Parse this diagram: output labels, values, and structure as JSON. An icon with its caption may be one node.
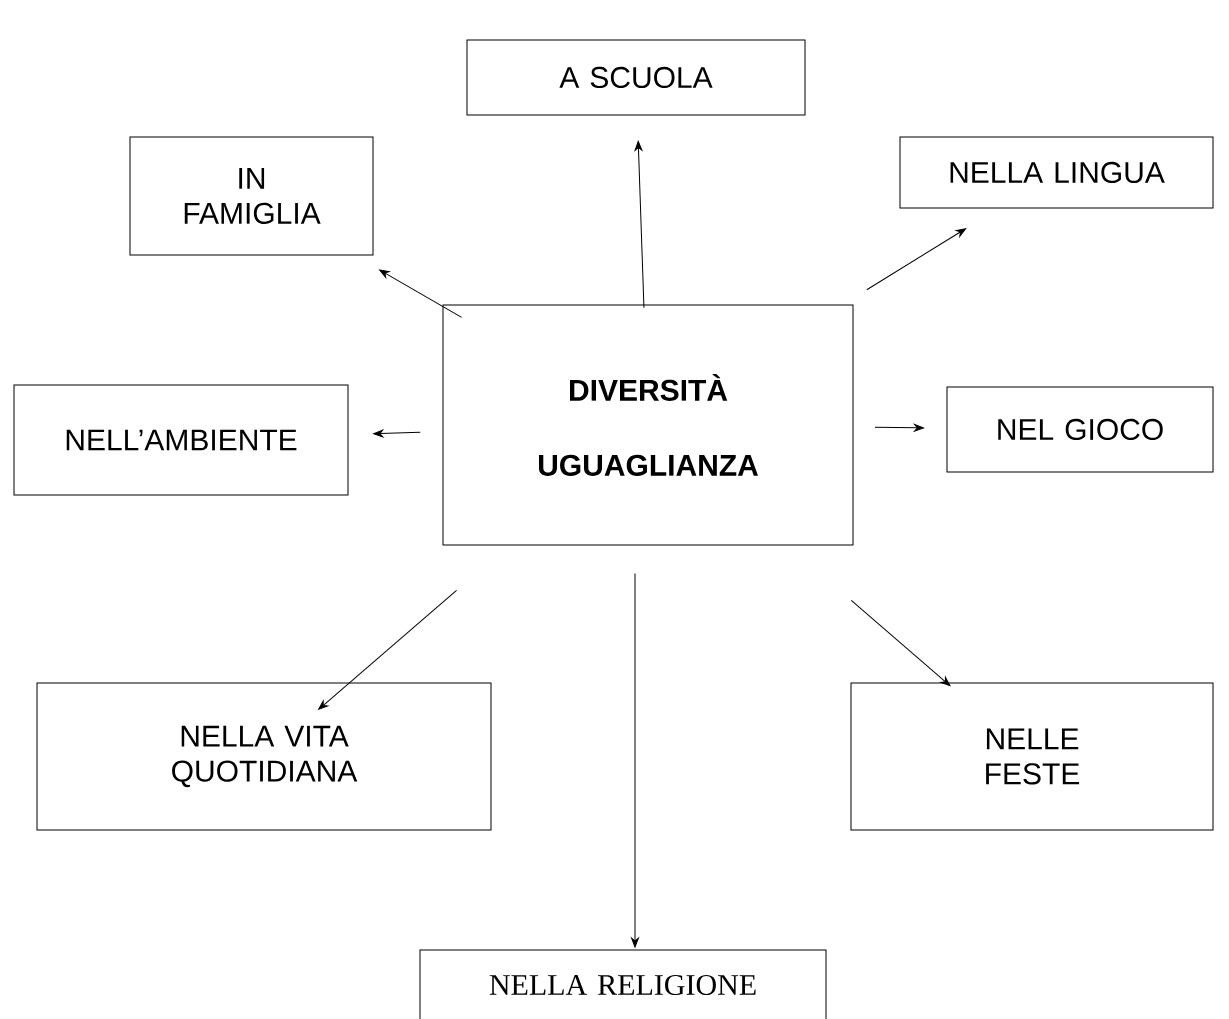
{
  "diagram": {
    "nodes": [
      {
        "text": [
          "A SCUOLA"
        ]
      },
      {
        "text": [
          "IN FAMIGLIA"
        ]
      },
      {
        "text": [
          "NELLA LINGUA"
        ]
      },
      {
        "text": [
          "DIVERSITÀ",
          "UGUAGLIANZA"
        ]
      },
      {
        "text": [
          "NELL’AMBIENTE"
        ]
      },
      {
        "text": [
          "NEL GIOCO"
        ]
      },
      {
        "text": [
          "NELLA VITA QUOTIDIANA"
        ]
      },
      {
        "text": [
          "NELLE FESTE"
        ]
      },
      {
        "text": [
          "NELLA RELIGIONE"
        ]
      }
    ],
    "edges": [
      {
        "from": 3,
        "to": 0,
        "arrow": "to"
      },
      {
        "from": 3,
        "to": 1,
        "arrow": "to"
      },
      {
        "from": 3,
        "to": 2,
        "arrow": "to"
      },
      {
        "from": 3,
        "to": 4,
        "arrow": "to"
      },
      {
        "from": 3,
        "to": 5,
        "arrow": "to"
      },
      {
        "from": 3,
        "to": 6,
        "arrow": "to"
      },
      {
        "from": 3,
        "to": 7,
        "arrow": "to"
      },
      {
        "from": 3,
        "to": 8,
        "arrow": "to"
      }
    ]
  }
}
